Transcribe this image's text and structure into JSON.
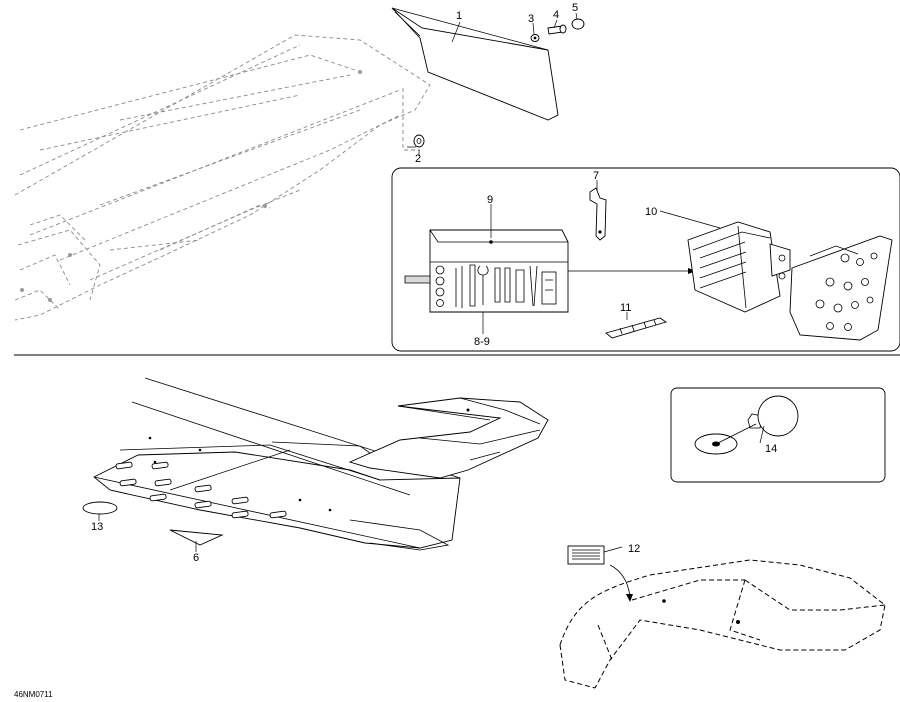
{
  "diagram_code": "46NM0711",
  "callouts": {
    "c1": "1",
    "c2": "2",
    "c3": "3",
    "c4": "4",
    "c5": "5",
    "c6": "6",
    "c7": "7",
    "c8_9": "8-9",
    "c9": "9",
    "c10": "10",
    "c11": "11",
    "c12": "12",
    "c13": "13",
    "c14": "14"
  }
}
